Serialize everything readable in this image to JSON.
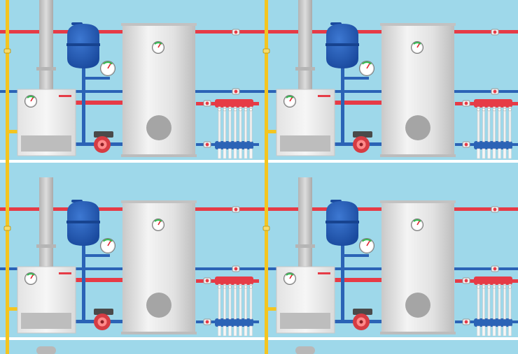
{
  "colors": {
    "background": "#9ed8ea",
    "hot_pipe": "#e63b46",
    "cold_pipe": "#2b63b6",
    "gas_pipe": "#f4c51f",
    "floor": "#ffffff",
    "boiler_body": "#eeeeee",
    "boiler_panel": "#bdbdbd",
    "tank_body": "#e6e6e6",
    "tank_window": "#a5a5a5",
    "expansion_tank": "#1f57b5",
    "chimney": "#c4c4c4",
    "pump": "#d63c43",
    "gauge_needle": "#e0212d",
    "gauge_green": "#2eb84b"
  },
  "icons": [
    "chimney-icon",
    "gas-boiler-icon",
    "expansion-tank-icon",
    "pressure-gauge-icon",
    "circulation-pump-icon",
    "hot-water-tank-icon",
    "manifold-icon",
    "valve-icon"
  ],
  "tiles": [
    {
      "id": "tile-top-left"
    },
    {
      "id": "tile-top-right"
    },
    {
      "id": "tile-bottom-left"
    },
    {
      "id": "tile-bottom-right"
    }
  ]
}
